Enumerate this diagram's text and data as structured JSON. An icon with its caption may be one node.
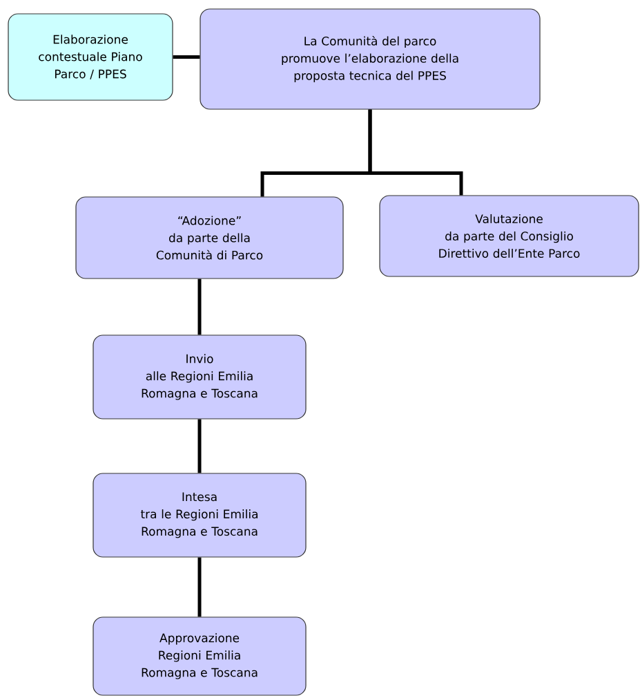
{
  "diagram": {
    "nodes": [
      {
        "text": [
          "Elaborazione contestuale Piano Parco / PPES"
        ]
      },
      {
        "text": [
          "La Comunità del parco promuove l’elaborazione della proposta tecnica del PPES"
        ]
      },
      {
        "text": [
          "“Adozione”",
          "da parte della Comunità di Parco"
        ]
      },
      {
        "text": [
          "Valutazione",
          "da parte del Consiglio Direttivo dell’Ente Parco"
        ]
      },
      {
        "text": [
          "Invio",
          "alle Regioni Emilia Romagna e Toscana"
        ]
      },
      {
        "text": [
          "Intesa",
          "tra le Regioni Emilia Romagna e Toscana"
        ]
      },
      {
        "text": [
          "Approvazione",
          "Regioni Emilia Romagna e Toscana"
        ]
      }
    ],
    "edges": [
      {
        "from": 0,
        "to": 1,
        "arrow": "none"
      },
      {
        "from": 1,
        "to": 2,
        "arrow": "none"
      },
      {
        "from": 1,
        "to": 3,
        "arrow": "none"
      },
      {
        "from": 2,
        "to": 4,
        "arrow": "none"
      },
      {
        "from": 4,
        "to": 5,
        "arrow": "none"
      },
      {
        "from": 5,
        "to": 6,
        "arrow": "none"
      }
    ]
  }
}
